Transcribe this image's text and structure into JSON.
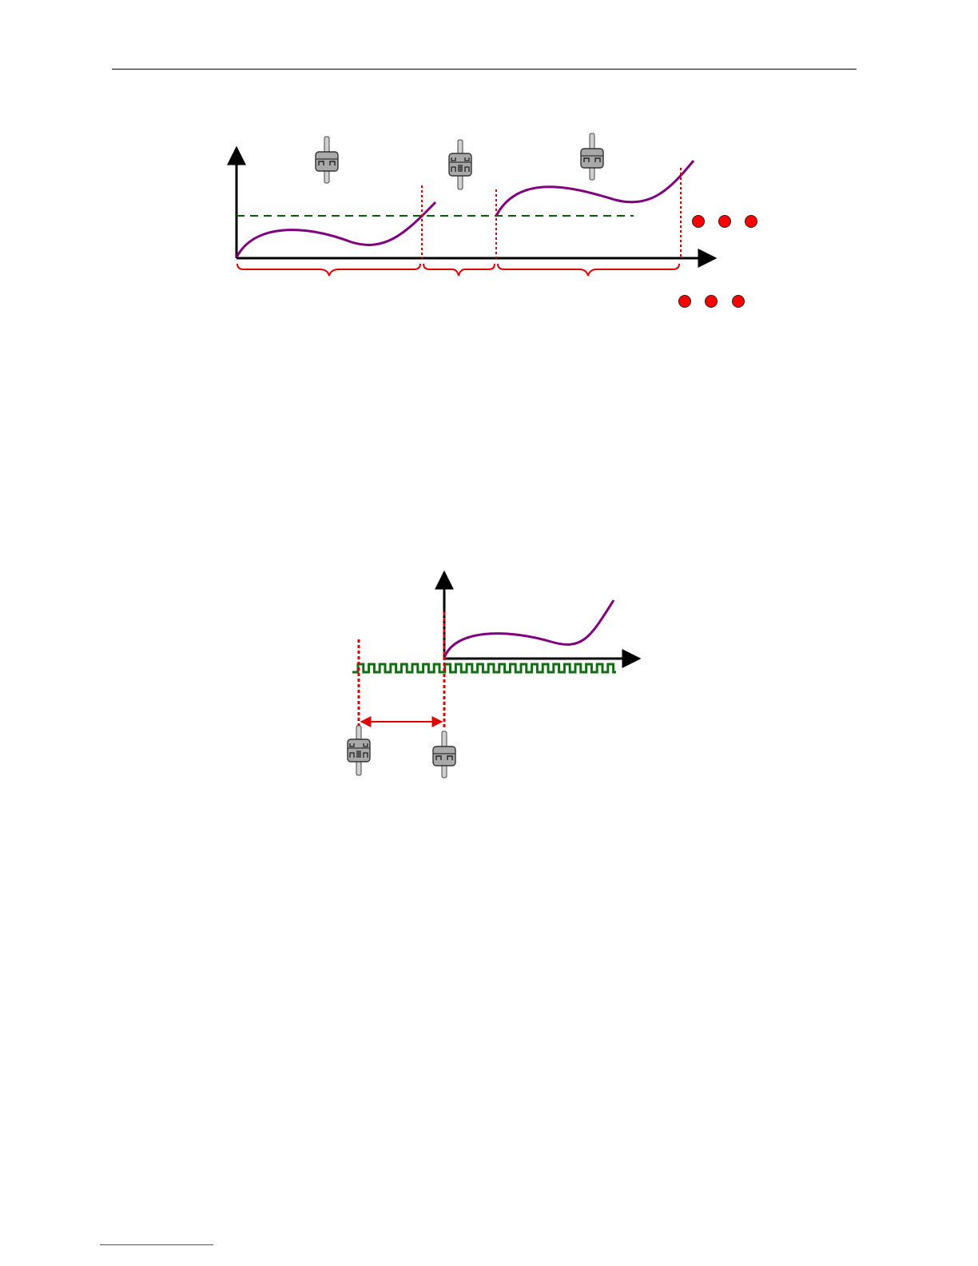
{
  "colors": {
    "axis": "#000000",
    "curve": "#800080",
    "threshold": "#006400",
    "boundary": "#e00000",
    "brace": "#e00000",
    "dot": "#ff0000",
    "pulse": "#107010",
    "valve_body": "#a0a0a0"
  },
  "figure1": {
    "segments": [
      "open",
      "closed",
      "open"
    ],
    "ellipsis_rows": 2
  },
  "figure2": {
    "pulse_train": "square-wave",
    "valve_states": [
      "closed",
      "open"
    ]
  }
}
